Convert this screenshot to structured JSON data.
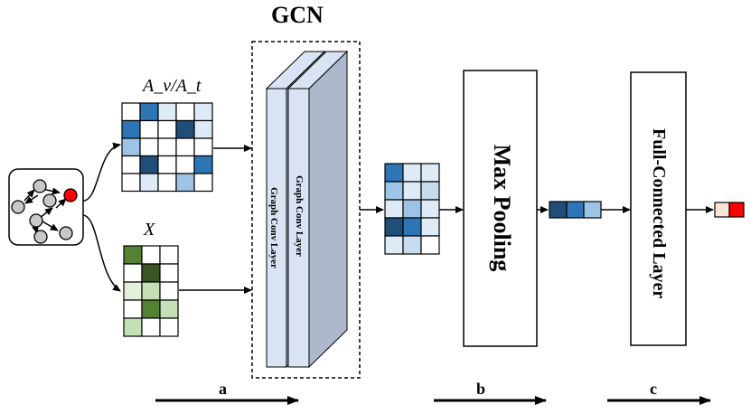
{
  "title": "GCN",
  "labels": {
    "adjacency": "A_v/A_t",
    "features": "X",
    "step_a": "a",
    "step_b": "b",
    "step_c": "c"
  },
  "blocks": {
    "graph_conv_layer_1": "Graph Conv Layer",
    "graph_conv_layer_2": "Graph Conv Layer",
    "max_pooling": "Max Pooling",
    "full_connected": "Full-Connected Layer"
  },
  "colors": {
    "blue_dark": "#1f4e79",
    "blue_mid": "#2e75b6",
    "blue_light": "#9dc3e6",
    "blue_pale": "#deebf7",
    "green_dark": "#375623",
    "green_mid": "#548235",
    "green_light": "#c5e0b4",
    "green_pale": "#e2f0d9",
    "node_red": "#ff0000",
    "node_gray": "#c8c8c8",
    "layer_face": "#dae3f3",
    "layer_back": "#adb9ca"
  },
  "matrices": {
    "adjacency": [
      [
        "#ffffff",
        "#2e75b6",
        "#deebf7",
        "#ffffff",
        "#deebf7"
      ],
      [
        "#2e75b6",
        "#ffffff",
        "#ffffff",
        "#1f4e79",
        "#deebf7"
      ],
      [
        "#9dc3e6",
        "#ffffff",
        "#ffffff",
        "#ffffff",
        "#ffffff"
      ],
      [
        "#ffffff",
        "#1f4e79",
        "#ffffff",
        "#ffffff",
        "#2e75b6"
      ],
      [
        "#ffffff",
        "#deebf7",
        "#ffffff",
        "#9dc3e6",
        "#ffffff"
      ]
    ],
    "features": [
      [
        "#548235",
        "#ffffff",
        "#ffffff"
      ],
      [
        "#ffffff",
        "#375623",
        "#ffffff"
      ],
      [
        "#e2f0d9",
        "#c5e0b4",
        "#ffffff"
      ],
      [
        "#ffffff",
        "#548235",
        "#c5e0b4"
      ],
      [
        "#c5e0b4",
        "#ffffff",
        "#ffffff"
      ]
    ],
    "gcn_output": [
      [
        "#2e75b6",
        "#deebf7",
        "#deebf7"
      ],
      [
        "#9dc3e6",
        "#deebf7",
        "#c6dcef"
      ],
      [
        "#deebf7",
        "#9dc3e6",
        "#deebf7"
      ],
      [
        "#1f4e79",
        "#2e75b6",
        "#deebf7"
      ],
      [
        "#deebf7",
        "#c6dcef",
        "#ffffff"
      ]
    ],
    "pooled": [
      "#1f4e79",
      "#2e75b6",
      "#9dc3e6"
    ],
    "output": [
      "#fbe5d6",
      "#ff0000"
    ]
  },
  "graph": {
    "nodes": [
      {
        "id": "n1",
        "color": "#c8c8c8"
      },
      {
        "id": "n2",
        "color": "#c8c8c8"
      },
      {
        "id": "n3",
        "color": "#c8c8c8"
      },
      {
        "id": "n4",
        "color": "#ff0000"
      },
      {
        "id": "n5",
        "color": "#c8c8c8"
      },
      {
        "id": "n6",
        "color": "#c8c8c8"
      },
      {
        "id": "n7",
        "color": "#c8c8c8"
      }
    ]
  }
}
